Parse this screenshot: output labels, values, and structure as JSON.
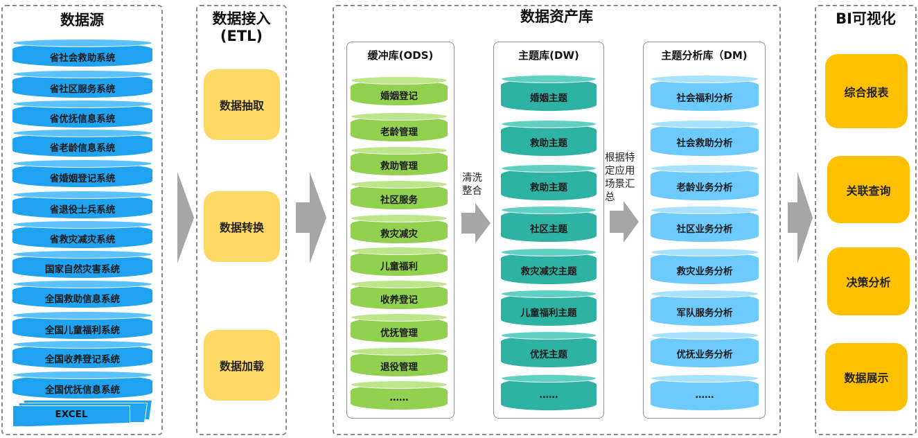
{
  "colors": {
    "source_blue": "#1fa2f0",
    "source_blue_top": "#5cc2ff",
    "ods_green": "#92d050",
    "ods_green_top": "#bde58a",
    "dw_teal": "#2eb2a3",
    "dw_teal_top": "#5fd0c3",
    "dm_blue": "#6ccbfc",
    "dm_blue_top": "#a9e2ff",
    "etl_yellow": "#ffd966",
    "bi_orange": "#ffc000",
    "arrow_gray": "#a6a6a6"
  },
  "source": {
    "title": "数据源",
    "items": [
      "省社会救助系统",
      "省社区服务系统",
      "省优抚信息系统",
      "省老龄信息系统",
      "省婚姻登记系统",
      "省退役士兵系统",
      "省救灾减灾系统",
      "国家自然灾害系统",
      "全国救助信息系统",
      "全国儿童福利系统",
      "全国收养登记系统",
      "全国优抚信息系统"
    ],
    "excel_label": "EXCEL"
  },
  "etl": {
    "title_line1": "数据接入",
    "title_line2": "(ETL)",
    "steps": [
      "数据抽取",
      "数据转换",
      "数据加载"
    ]
  },
  "asset": {
    "title": "数据资产库",
    "ods": {
      "title": "缓冲库(ODS)",
      "items": [
        "婚姻登记",
        "老龄管理",
        "救助管理",
        "社区服务",
        "救灾减灾",
        "儿童福利",
        "收养登记",
        "优抚管理",
        "退役管理",
        "……"
      ]
    },
    "clean_note": [
      "清洗",
      "整合"
    ],
    "dw": {
      "title": "主题库(DW)",
      "items": [
        "婚姻主题",
        "救助主题",
        "救助主题",
        "社区主题",
        "救灾减灾主题",
        "儿童福利主题",
        "优抚主题",
        "……"
      ]
    },
    "summary_note": [
      "根据特",
      "定应用",
      "场景汇",
      "总"
    ],
    "dm": {
      "title": "主题分析库（DM)",
      "items": [
        "社会福利分析",
        "社会救助分析",
        "老龄业务分析",
        "社区业务分析",
        "救灾业务分析",
        "军队服务分析",
        "优抚业务分析",
        "……"
      ]
    }
  },
  "bi": {
    "title": "BI可视化",
    "items": [
      "综合报表",
      "关联查询",
      "决策分析",
      "数据展示"
    ]
  }
}
